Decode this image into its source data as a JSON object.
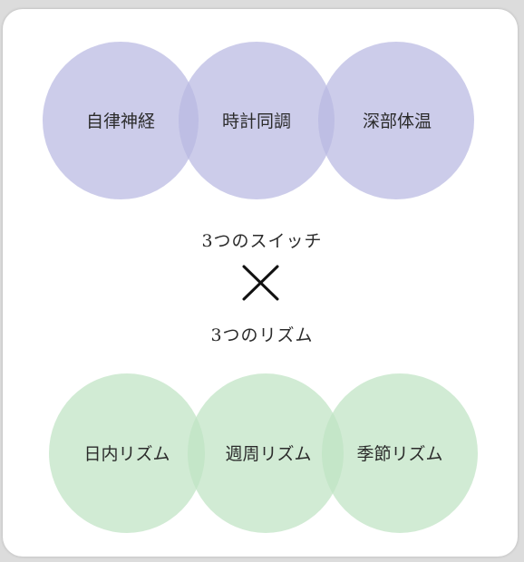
{
  "top_group": {
    "color": "#b9b8e2",
    "labels": [
      "自律神経",
      "時計同調",
      "深部体温"
    ]
  },
  "middle": {
    "switch_text": "3つのスイッチ",
    "cross_icon": "cross-icon",
    "rhythm_text": "3つのリズム"
  },
  "bottom_group": {
    "color": "#bfe3c4",
    "labels": [
      "日内リズム",
      "週周リズム",
      "季節リズム"
    ]
  }
}
